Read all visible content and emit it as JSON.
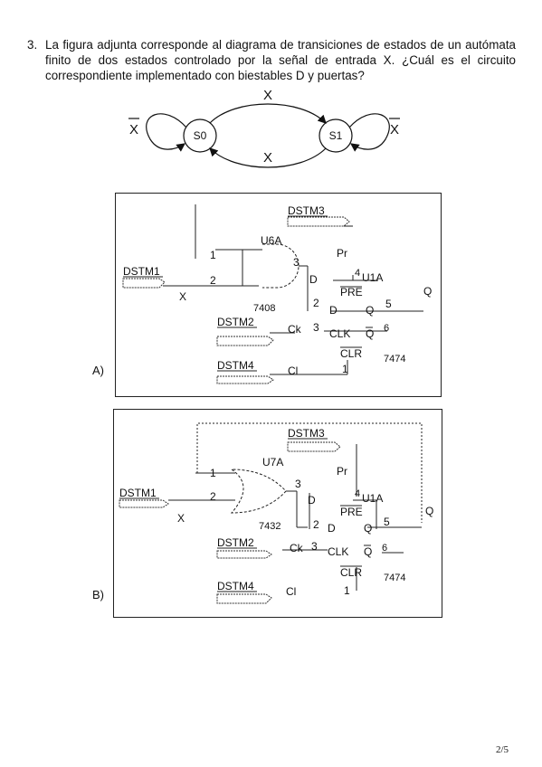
{
  "question": {
    "number": "3.",
    "text": "La figura adjunta corresponde al diagrama de transiciones de estados de un autómata finito de dos estados controlado por la señal de entrada X. ¿Cuál es el circuito correspondiente implementado con biestables D y puertas?"
  },
  "state_diagram": {
    "states": [
      "S0",
      "S1"
    ],
    "self_loop_labels": [
      "X",
      "X"
    ],
    "transition_labels": [
      "X",
      "X"
    ]
  },
  "options": [
    {
      "label": "A)",
      "gate_name": "U6A",
      "gate_part": "7408",
      "ff_name": "U1A",
      "ff_part": "7474",
      "stim1": "DSTM1",
      "stim2": "DSTM2",
      "stim3": "DSTM3",
      "stim4": "DSTM4",
      "x_net": "X",
      "pr_net": "Pr",
      "ck_net": "Ck",
      "cl_net": "Cl",
      "q_net": "Q",
      "pin_pre": "PRE",
      "pin_d": "D",
      "pin_q": "Q",
      "pin_clk": "CLK",
      "pin_qn": "Q",
      "pin_clr": "CLR",
      "n1": "1",
      "n2": "2",
      "n3": "3",
      "n4": "4",
      "n5": "5",
      "n6": "6"
    },
    {
      "label": "B)",
      "gate_name": "U7A",
      "gate_part": "7432",
      "ff_name": "U1A",
      "ff_part": "7474",
      "stim1": "DSTM1",
      "stim2": "DSTM2",
      "stim3": "DSTM3",
      "stim4": "DSTM4",
      "x_net": "X",
      "pr_net": "Pr",
      "ck_net": "Ck",
      "cl_net": "Cl",
      "q_net": "Q",
      "pin_pre": "PRE",
      "pin_d": "D",
      "pin_q": "Q",
      "pin_clk": "CLK",
      "pin_qn": "Q",
      "pin_clr": "CLR",
      "n1": "1",
      "n2": "2",
      "n3": "3",
      "n4": "4",
      "n5": "5",
      "n6": "6"
    }
  ],
  "page_number": "2/5"
}
